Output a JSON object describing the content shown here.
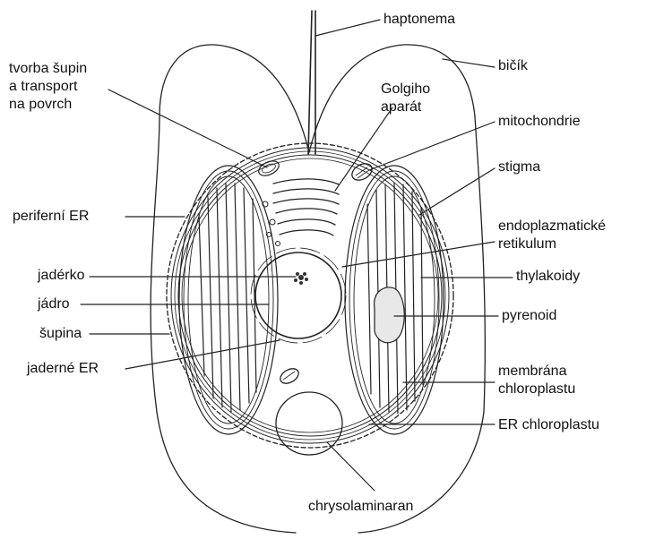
{
  "diagram": {
    "labels": {
      "haptonema": "haptonema",
      "bicik": "bičík",
      "tvorba_supin": "tvorba šupin\na transport\nna povrch",
      "golgiho_aparat": "Golgiho\naparát",
      "mitochondrie": "mitochondrie",
      "stigma": "stigma",
      "periferni_er": "periferní ER",
      "endoplazmaticke_retikulum": "endoplazmatické\nretikulum",
      "jaderko": "jadérko",
      "thylakoidy": "thylakoidy",
      "jadro": "jádro",
      "pyrenoid": "pyrenoid",
      "supina": "šupina",
      "jaderne_er": "jaderné ER",
      "membrana_chloroplastu": "membrána\nchloroplastu",
      "er_chloroplastu": "ER chloroplastu",
      "chrysolaminaran": "chrysolaminaran"
    }
  }
}
